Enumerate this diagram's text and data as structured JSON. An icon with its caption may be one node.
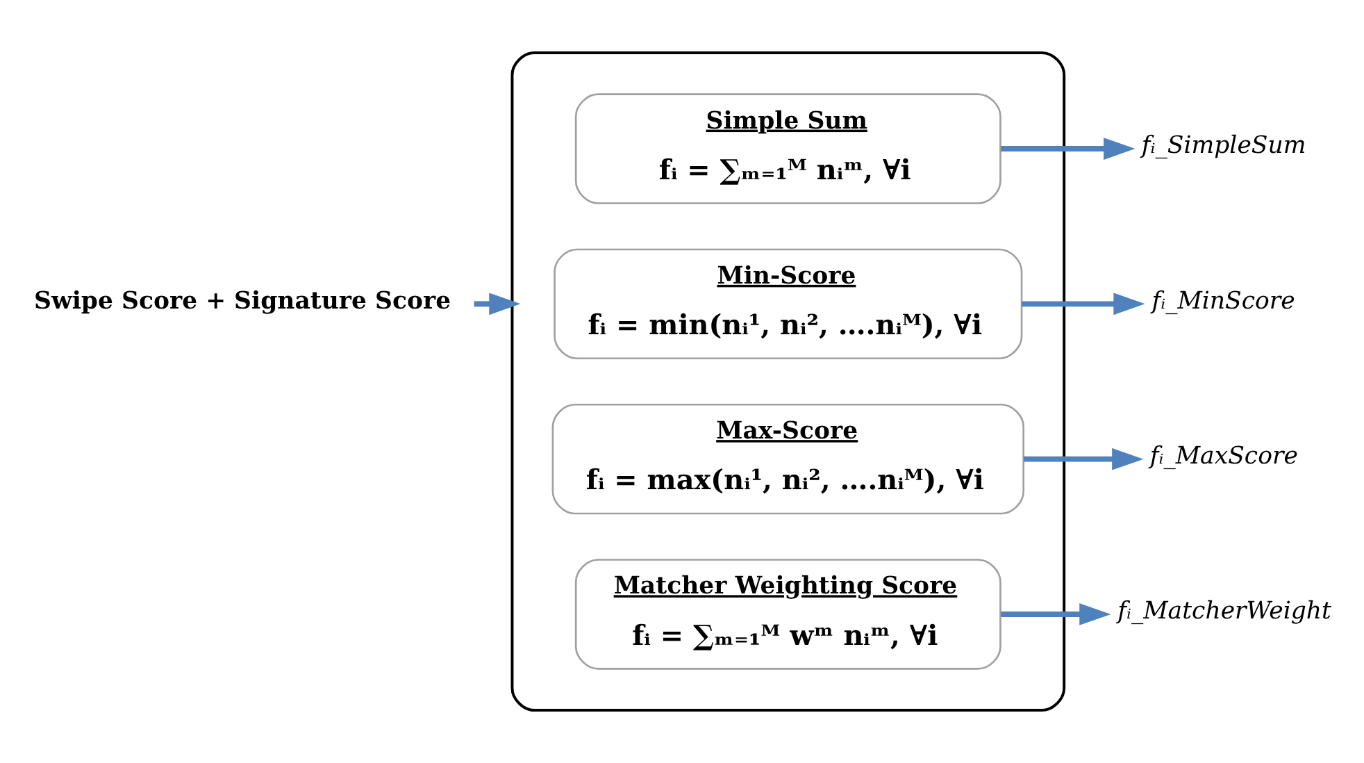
{
  "diagram": {
    "nodes": [
      {
        "text": [],
        "shape": "box"
      },
      {
        "text": [
          "Simple Sum",
          "fᵢ = ∑ₘ₌₁ᴹ nᵢᵐ, ∀i"
        ],
        "in": 0
      },
      {
        "text": [
          "Min-Score",
          "fᵢ = min(nᵢ¹, nᵢ², ….nᵢᴹ), ∀i"
        ],
        "in": 0
      },
      {
        "text": [
          "Max-Score",
          "fᵢ = max(nᵢ¹, nᵢ², ….nᵢᴹ), ∀i"
        ],
        "in": 0
      },
      {
        "text": [
          "Matcher Weighting Score",
          "fᵢ = ∑ₘ₌₁ᴹ wᵐ nᵢᵐ, ∀i"
        ],
        "in": 0
      },
      {
        "text": [
          "Swipe Score + Signature Score"
        ]
      },
      {
        "text": [
          "fᵢ_SimpleSum"
        ]
      },
      {
        "text": [
          "fᵢ_MinScore"
        ]
      },
      {
        "text": [
          "fᵢ_MaxScore"
        ]
      },
      {
        "text": [
          "fᵢ_MatcherWeight"
        ]
      }
    ],
    "edges": [
      {
        "from": 5,
        "to": 0,
        "arrow": "to"
      },
      {
        "from": 1,
        "to": 6,
        "arrow": "to"
      },
      {
        "from": 2,
        "to": 7,
        "arrow": "to"
      },
      {
        "from": 3,
        "to": 8,
        "arrow": "to"
      },
      {
        "from": 4,
        "to": 9,
        "arrow": "to"
      }
    ]
  }
}
